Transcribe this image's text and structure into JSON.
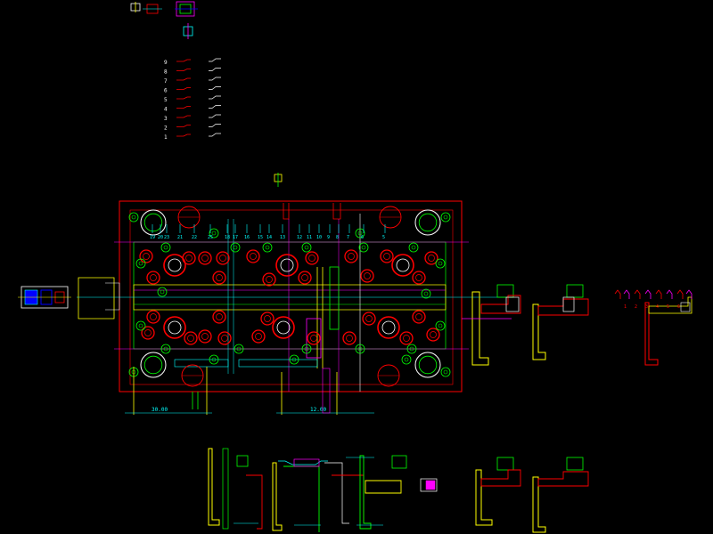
{
  "canvas": {
    "background": "#000000"
  },
  "colors": {
    "outline": "#ff0000",
    "part": "#00ff00",
    "dim": "#00ffff",
    "hole": "#ff0000",
    "accent": "#ff00ff",
    "detail": "#ffff00",
    "white": "#ffffff",
    "blue": "#3355ff"
  },
  "main_plate": {
    "top_numbers": [
      "19",
      "20",
      "23",
      "21",
      "22",
      "25",
      "18",
      "17",
      "16",
      "15",
      "14",
      "13",
      "12",
      "11",
      "10",
      "9",
      "8",
      "7",
      "6",
      "5"
    ],
    "bottom_dims": [
      "30.00",
      "12.00"
    ]
  },
  "parts_list": {
    "rows": [
      "9",
      "8",
      "7",
      "6",
      "5",
      "4",
      "3",
      "2",
      "1"
    ]
  },
  "right_sequence": {
    "labels": [
      "1",
      "2",
      "3",
      "4",
      "5",
      "6"
    ]
  }
}
